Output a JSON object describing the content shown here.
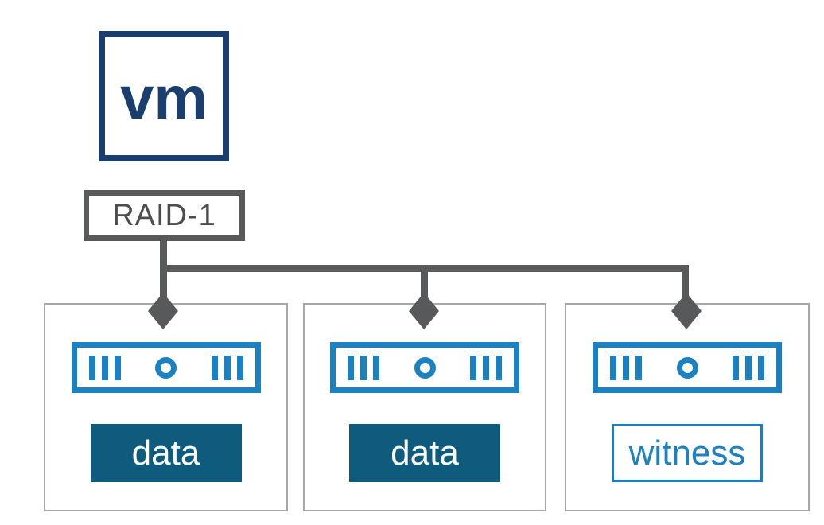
{
  "diagram": {
    "title_implicit": "vSAN RAID-1 mirroring with witness",
    "vm": {
      "label": "vm"
    },
    "raid": {
      "label": "RAID-1"
    },
    "hosts": [
      {
        "component": {
          "label": "data",
          "type": "data"
        }
      },
      {
        "component": {
          "label": "data",
          "type": "data"
        }
      },
      {
        "component": {
          "label": "witness",
          "type": "witness"
        }
      }
    ],
    "colors": {
      "navy": "#1a3e6e",
      "teal": "#0e5b7e",
      "blue": "#1a81c2",
      "gray": "#58595b",
      "box_border": "#a6a8ab"
    }
  }
}
